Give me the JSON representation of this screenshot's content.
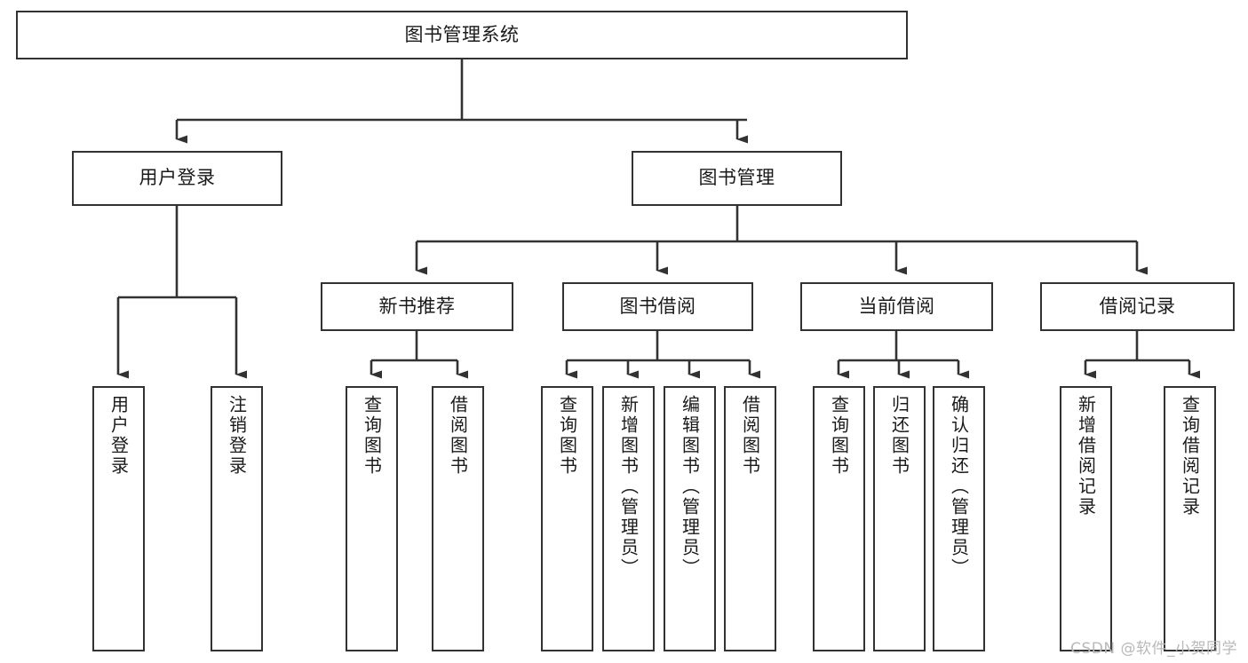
{
  "diagram": {
    "type": "tree-hierarchy-chart",
    "title_node": {
      "label": "图书管理系统"
    },
    "level2": [
      {
        "id": "user-login",
        "label": "用户登录"
      },
      {
        "id": "book-management",
        "label": "图书管理"
      }
    ],
    "level3": [
      {
        "id": "new-book-recommend",
        "label": "新书推荐"
      },
      {
        "id": "book-borrow",
        "label": "图书借阅"
      },
      {
        "id": "current-borrow",
        "label": "当前借阅"
      },
      {
        "id": "borrow-record",
        "label": "借阅记录"
      }
    ],
    "leaves": [
      {
        "id": "leaf-user-login",
        "label": "用户登录"
      },
      {
        "id": "leaf-logout-login",
        "label": "注销登录"
      },
      {
        "id": "leaf-query-book-1",
        "label": "查询图书"
      },
      {
        "id": "leaf-borrow-book-1",
        "label": "借阅图书"
      },
      {
        "id": "leaf-query-book-2",
        "label": "查询图书"
      },
      {
        "id": "leaf-add-book",
        "label": "新增图书（管理员）"
      },
      {
        "id": "leaf-edit-book",
        "label": "编辑图书（管理员）"
      },
      {
        "id": "leaf-borrow-book-2",
        "label": "借阅图书"
      },
      {
        "id": "leaf-query-book-3",
        "label": "查询图书"
      },
      {
        "id": "leaf-return-book",
        "label": "归还图书"
      },
      {
        "id": "leaf-confirm-return",
        "label": "确认归还（管理员）"
      },
      {
        "id": "leaf-add-borrow-record",
        "label": "新增借阅记录"
      },
      {
        "id": "leaf-query-borrow-record",
        "label": "查询借阅记录"
      }
    ],
    "watermark": "CSDN @软件_小贺同学",
    "colors": {
      "stroke": "#323232",
      "text": "#1a1a1a",
      "background": "#ffffff",
      "watermark": "#b9b9b9"
    }
  }
}
